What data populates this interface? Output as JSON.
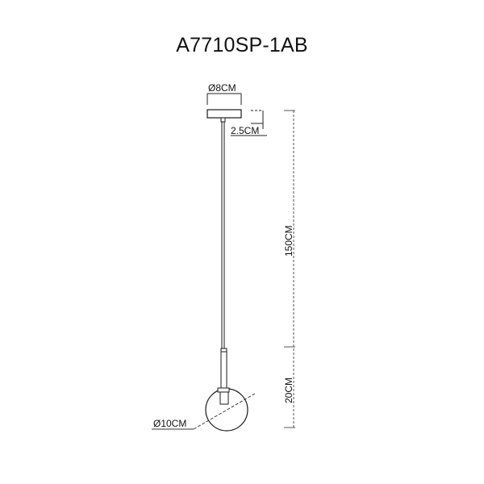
{
  "title": "A7710SP-1AB",
  "dimensions": {
    "canopy_diameter": "Ø8CM",
    "canopy_height": "2.5CM",
    "cable_length": "150CM",
    "lamp_height": "20CM",
    "globe_diameter": "Ø10CM"
  },
  "colors": {
    "line": "#1a1a1a",
    "dim_line": "#555555",
    "background": "#ffffff"
  }
}
